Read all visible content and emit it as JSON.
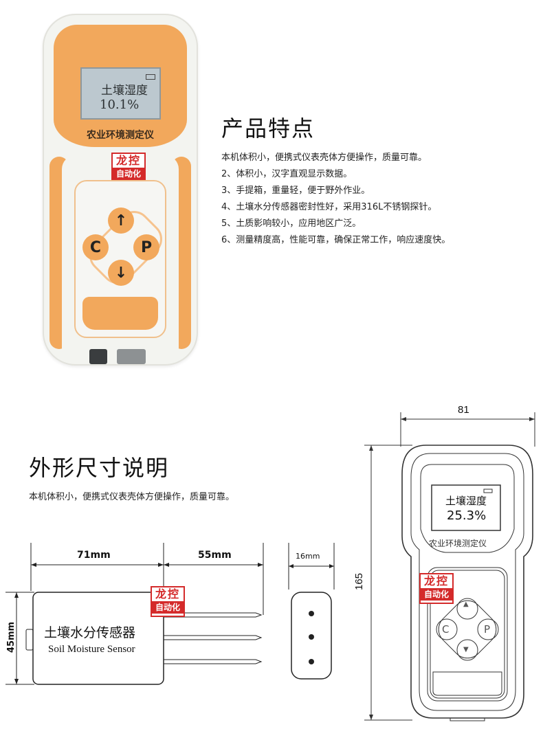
{
  "device": {
    "screen_line1": "土壤湿度",
    "screen_line2": "10.1%",
    "title": "农业环境测定仪",
    "keys": {
      "up": "↑",
      "down": "↓",
      "left": "C",
      "right": "P"
    }
  },
  "logo": {
    "line1": "龙控",
    "line2": "自动化"
  },
  "features": {
    "title": "产品特点",
    "lines": [
      "本机体积小，便携式仪表壳体方便操作，质量可靠。",
      "2、体积小，汉字直观显示数据。",
      "3、手提箱，重量轻，便于野外作业。",
      "4、土壤水分传感器密封性好，采用316L不锈钢探针。",
      "5、土质影响较小，应用地区广泛。",
      "6、测量精度高，性能可靠，确保正常工作，响应速度快。"
    ]
  },
  "dimensions": {
    "title": "外形尺寸说明",
    "description": "本机体积小，便携式仪表壳体方便操作，质量可靠。",
    "sensor": {
      "width_body": "71mm",
      "width_probe": "55mm",
      "height": "45mm",
      "thickness": "16mm",
      "label_cn": "土壤水分传感器",
      "label_en": "Soil Moisture Sensor"
    },
    "meter": {
      "width": "81",
      "height": "165",
      "screen_line1": "土壤湿度",
      "screen_line2": "25.3%",
      "title": "农业环境测定仪",
      "keys": {
        "up": "▲",
        "down": "▼",
        "left": "C",
        "right": "P"
      }
    }
  }
}
